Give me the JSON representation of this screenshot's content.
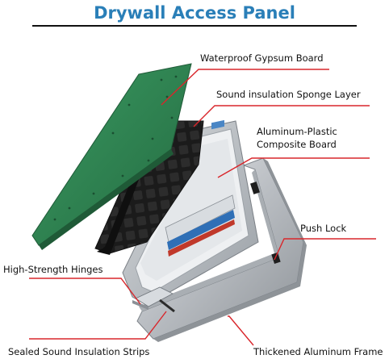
{
  "title": "Drywall Access Panel",
  "labels": {
    "gypsum": "Waterproof Gypsum Board",
    "sponge": "Sound insulation Sponge Layer",
    "composite_line1": "Aluminum-Plastic",
    "composite_line2": "Composite Board",
    "push_lock": "Push Lock",
    "hinges": "High-Strength Hinges",
    "strips": "Sealed Sound Insulation Strips",
    "frame": "Thickened Aluminum Frame"
  },
  "colors": {
    "title": "#2a7fb8",
    "leader": "#d9262b",
    "gypsum_green": "#2e7d4f",
    "sponge_black": "#1c1c1c",
    "frame_silver": "#c9cdd2"
  }
}
